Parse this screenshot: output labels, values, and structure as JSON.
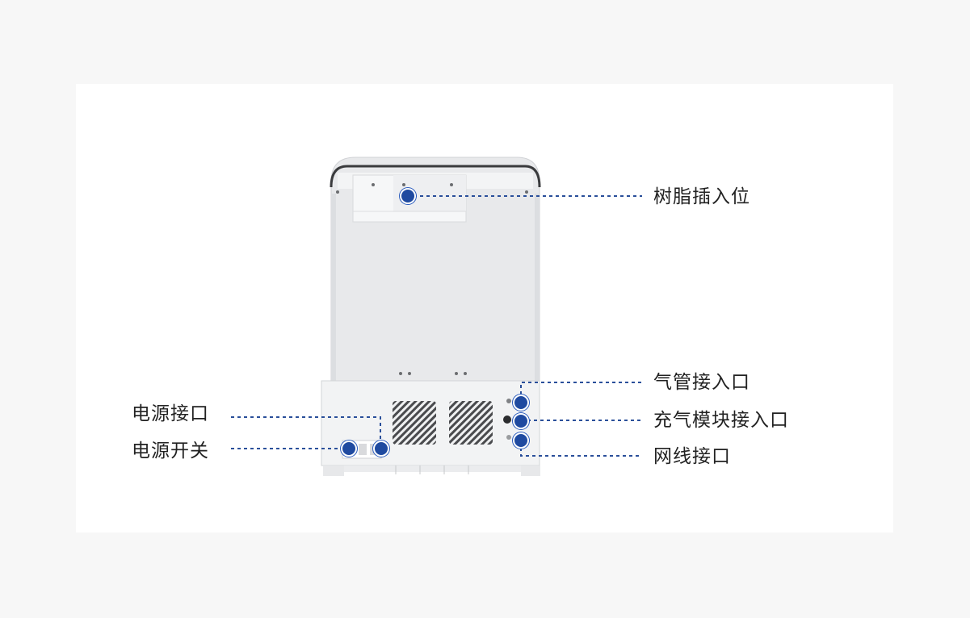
{
  "callouts": {
    "resin_slot": "树脂插入位",
    "gas_pipe_inlet": "气管接入口",
    "inflation_module_inlet": "充气模块接入口",
    "network_port": "网线接口",
    "power_port": "电源接口",
    "power_switch": "电源开关"
  },
  "colors": {
    "marker": "#1f4aa0",
    "leader": "#2a4f9a",
    "device_body": "#e9eaec",
    "panel_bg": "#ffffff"
  }
}
